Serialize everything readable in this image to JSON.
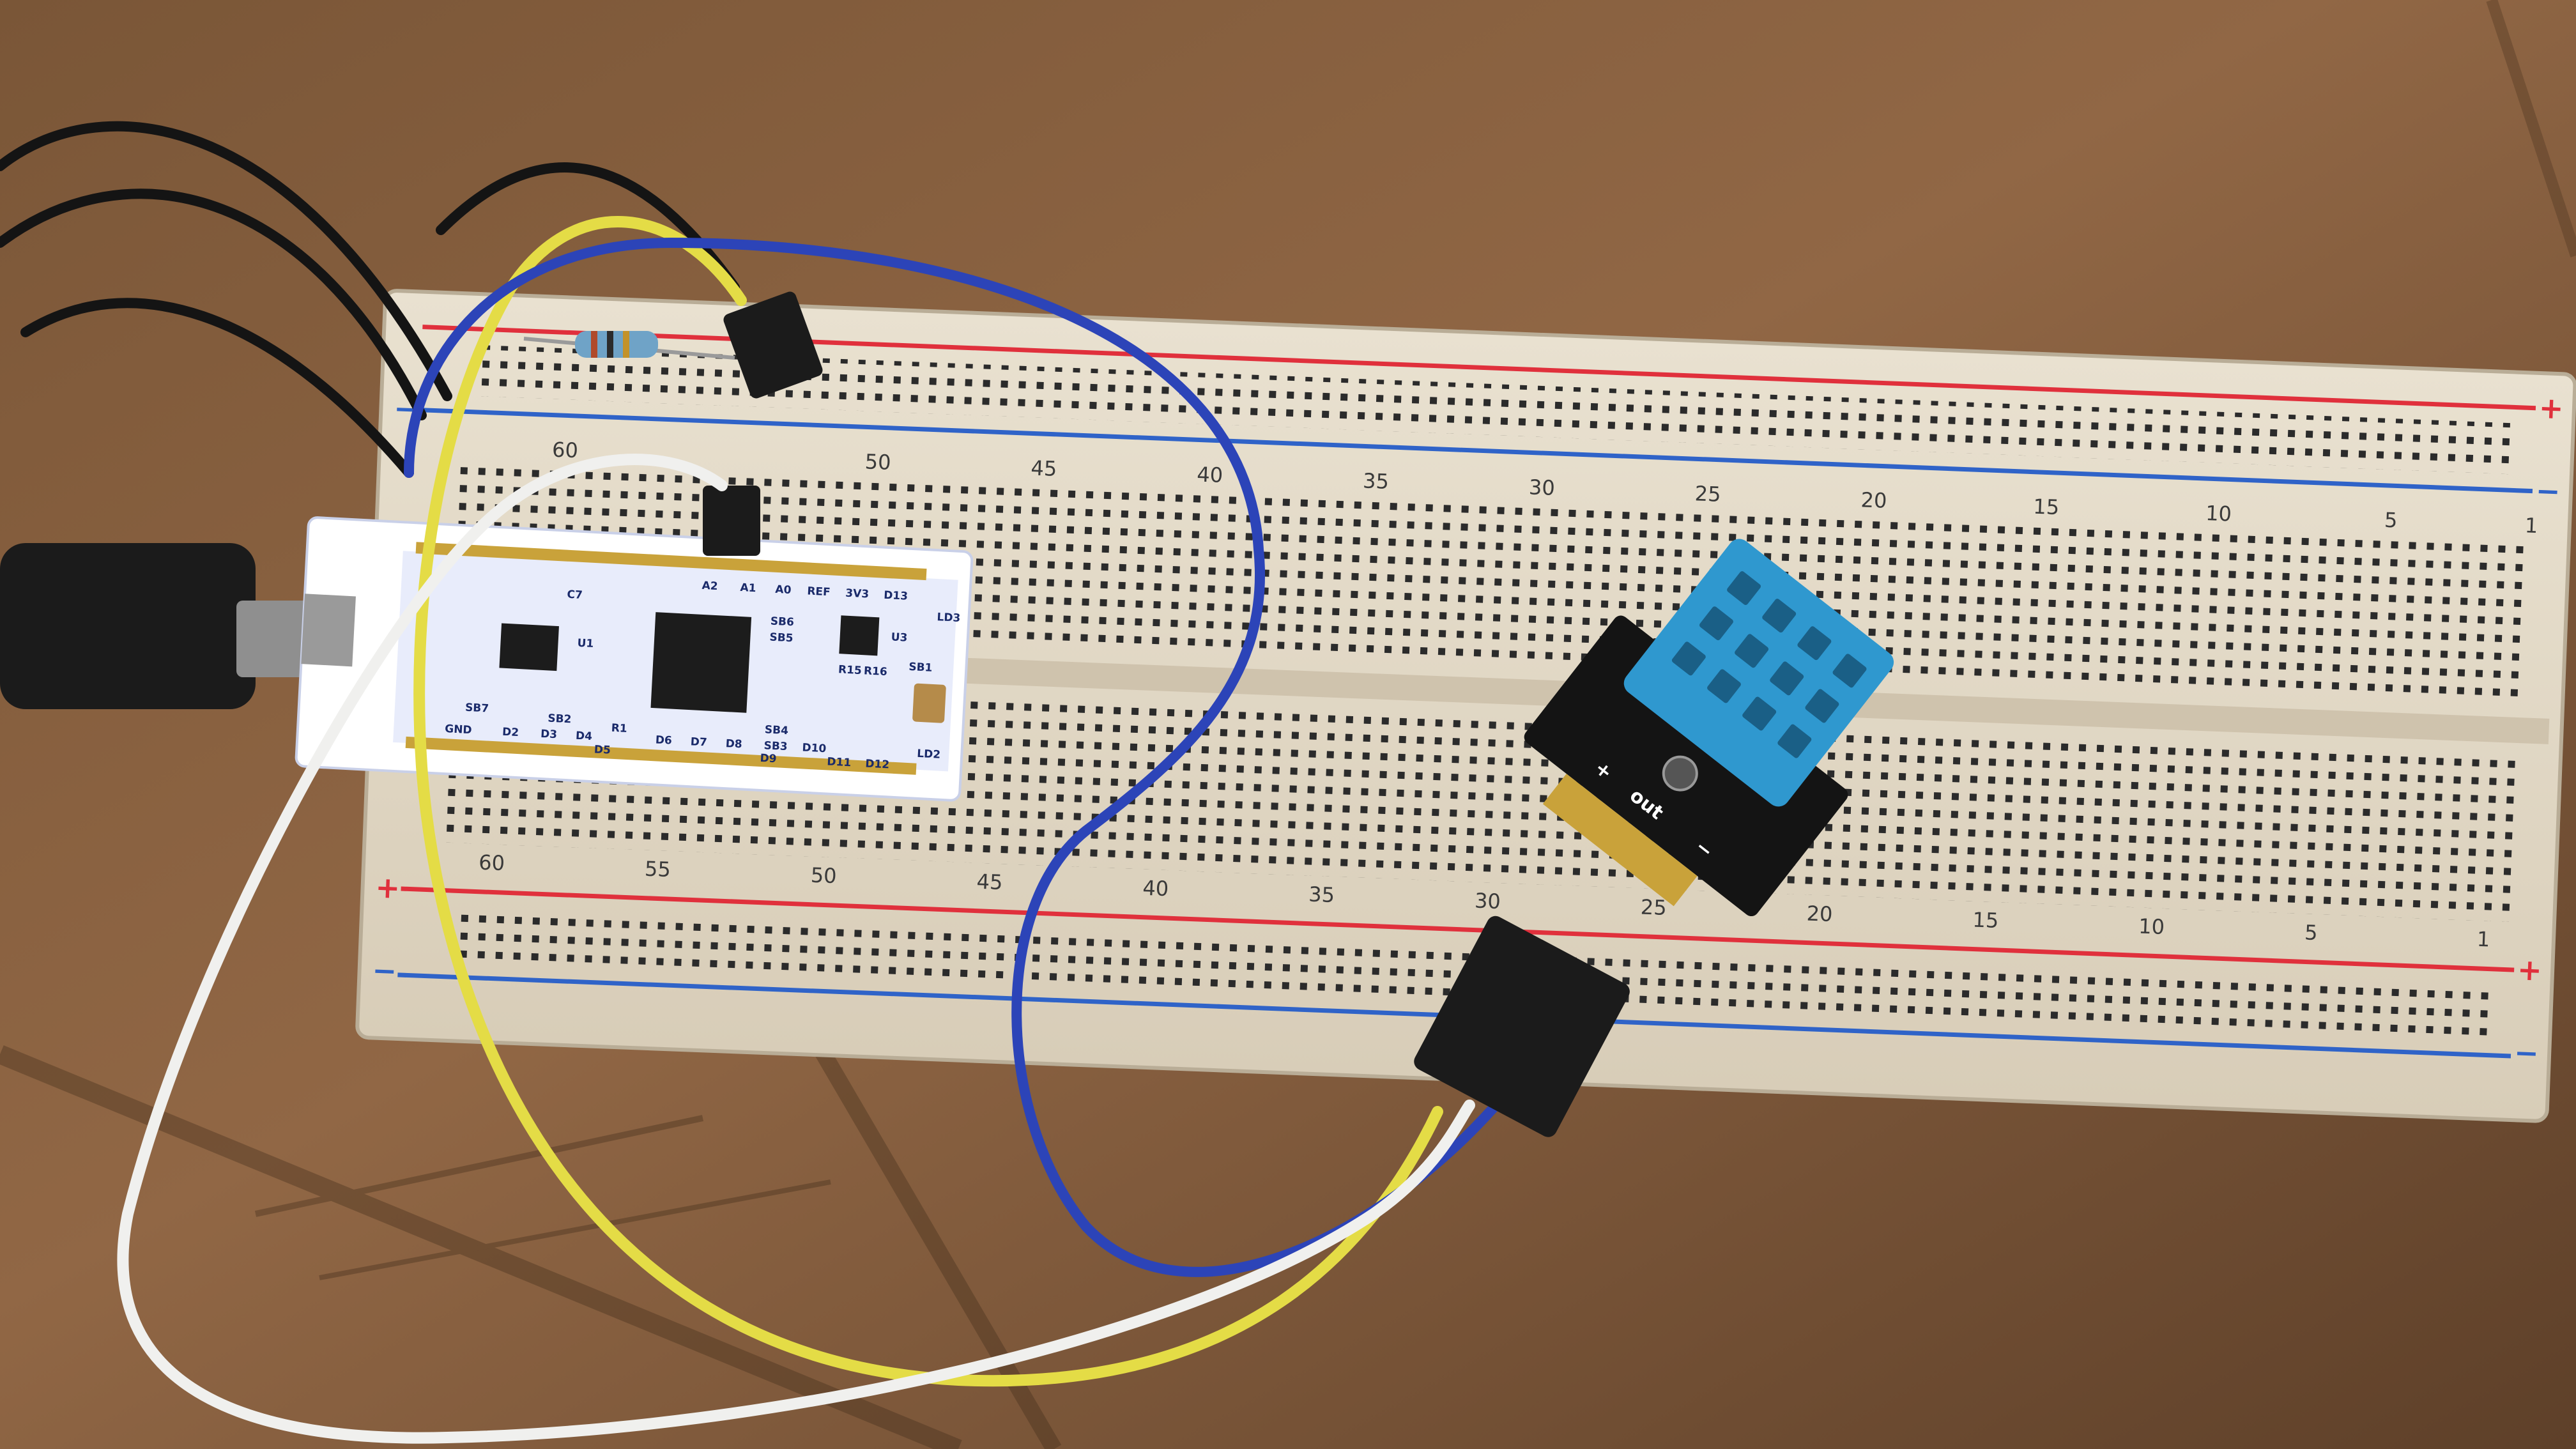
{
  "breadboard": {
    "top_numbers": [
      "60",
      "50",
      "45",
      "40",
      "35",
      "30",
      "25",
      "20",
      "15",
      "10",
      "5",
      "1"
    ],
    "bottom_numbers": [
      "60",
      "55",
      "50",
      "45",
      "40",
      "35",
      "30",
      "25",
      "20",
      "15",
      "10",
      "5",
      "1"
    ],
    "plus": "+",
    "minus": "−",
    "rail_colors": {
      "red": "#e0303c",
      "blue": "#2f63c8"
    }
  },
  "mcu_board": {
    "top_pins": [
      "A2",
      "A1",
      "A0",
      "REF",
      "3V3",
      "D13"
    ],
    "mid_labels": [
      "SB6",
      "SB5",
      "SB4",
      "SB3",
      "LD3",
      "LD2",
      "U3",
      "U1",
      "R1"
    ],
    "bottom_pins": [
      "GND",
      "D2",
      "D3",
      "D4",
      "D5",
      "D6",
      "D7",
      "D8",
      "D9",
      "D10",
      "D11",
      "D12"
    ],
    "misc": [
      "SB1",
      "SB2",
      "SB7",
      "R15",
      "R16",
      "C7"
    ]
  },
  "sensor_module": {
    "pin_labels": [
      "+",
      "out",
      "−"
    ]
  },
  "colors": {
    "cardboard": "#8a6240",
    "pcb_blue": "#1f3aa0",
    "sensor_blue": "#2f98cf",
    "wire_yellow": "#e4dc46",
    "wire_blue": "#2c44b8",
    "wire_white": "#f0f0ee",
    "wire_black": "#141414"
  }
}
